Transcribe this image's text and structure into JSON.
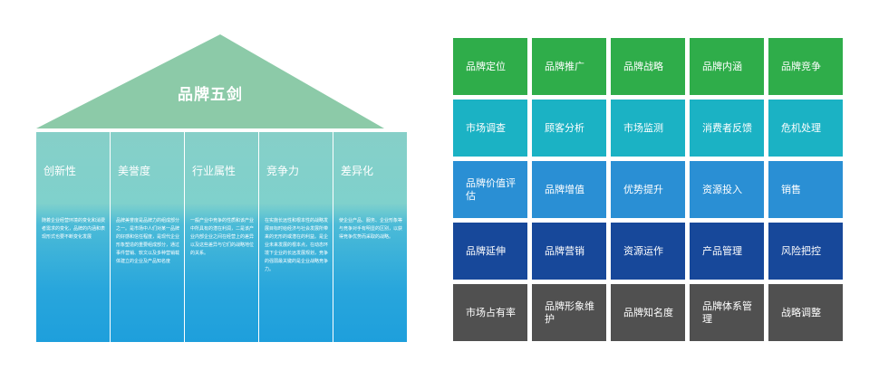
{
  "house": {
    "title": "品牌五剑",
    "roof_color": "#8ccaa8",
    "pillars": [
      {
        "title": "创新性",
        "text": "随着企业经营环境的变化和消费者需求的变化，品牌的内涵和表现形式也要不断变化发展"
      },
      {
        "title": "美誉度",
        "text": "品牌美誉度是品牌力的组成部分之一。是市场中人们对某一品牌的好感和信任程度，是现代企业形象塑造的重要组成部分，通过事件营销、软文以及多种营销载体建立的企业及产品知名度"
      },
      {
        "title": "行业属性",
        "text": "一般产业中竞争的性质和该产业中所具有的潜在利润，二是该产业内部企业之间在经营上的差异以及这些差异与它们的战略地位的关系。"
      },
      {
        "title": "竞争力",
        "text": "在实施长远性和根本性的战略发展目标时给经济与社会发展所带来的无形的或潜在的利益。是企业未来发展的根本点，在动态环境下企业的长远发展规划，竞争的强弱最关键的是企业战略竞争力。"
      },
      {
        "title": "差异化",
        "text": "使企业产品、服务、企业形象等与竞争对手有明显的区别，以获得竞争优势而采取的战略。"
      }
    ]
  },
  "grid": {
    "rows": [
      {
        "color": "#2fad4a",
        "cells": [
          "品牌定位",
          "品牌推广",
          "品牌战略",
          "品牌内涵",
          "品牌竞争"
        ]
      },
      {
        "color": "#1bb2c4",
        "cells": [
          "市场调查",
          "顾客分析",
          "市场监测",
          "消费者反馈",
          "危机处理"
        ]
      },
      {
        "color": "#2a8fd4",
        "cells": [
          "品牌价值评估",
          "品牌增值",
          "优势提升",
          "资源投入",
          "销售"
        ]
      },
      {
        "color": "#17489a",
        "cells": [
          "品牌延伸",
          "品牌营销",
          "资源运作",
          "产品管理",
          "风险把控"
        ]
      },
      {
        "color": "#505050",
        "cells": [
          "市场占有率",
          "品牌形象维护",
          "品牌知名度",
          "品牌体系管理",
          "战略调整"
        ]
      }
    ]
  }
}
